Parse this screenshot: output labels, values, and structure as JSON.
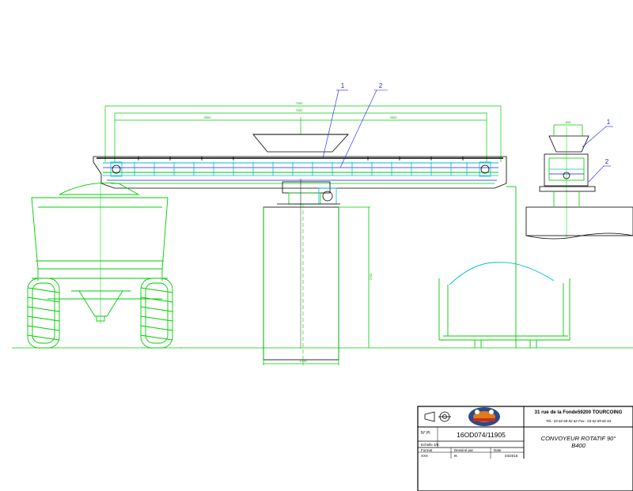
{
  "drawing": {
    "labels": {
      "main_callout_1": "1",
      "main_callout_2": "2",
      "side_callout_1": "1",
      "side_callout_2": "2"
    },
    "dimensions": {
      "overall_length": "7300",
      "inner_length": "7000",
      "left_span": "3500",
      "right_span": "3500",
      "hopper_width": "600",
      "support_height": "2700",
      "support_base": "1400"
    }
  },
  "title_block": {
    "address": "31 rue de la Fonde59200 TOURCOING",
    "tel_fax": "Tél.: 03 62 69 82 62   Fax.: 03 62 69 82 63",
    "plan_no_label": "N° Pl",
    "plan_no": "16OD074/11905",
    "scale_label": "Echelle 1/5",
    "format_label": "Format",
    "format_value": "XXX",
    "drawn_by_label": "Dessiné par",
    "drawn_by_value": "IK",
    "date_label": "Date",
    "date_value": "04/2016",
    "title_line1": "CONVOYEUR ROTATIF 90°",
    "title_line2": "B400"
  },
  "colors": {
    "frame": "#000000",
    "green": "#00cc00",
    "cyan": "#00bcd4",
    "blue": "#1a1aff",
    "dark": "#333333"
  }
}
